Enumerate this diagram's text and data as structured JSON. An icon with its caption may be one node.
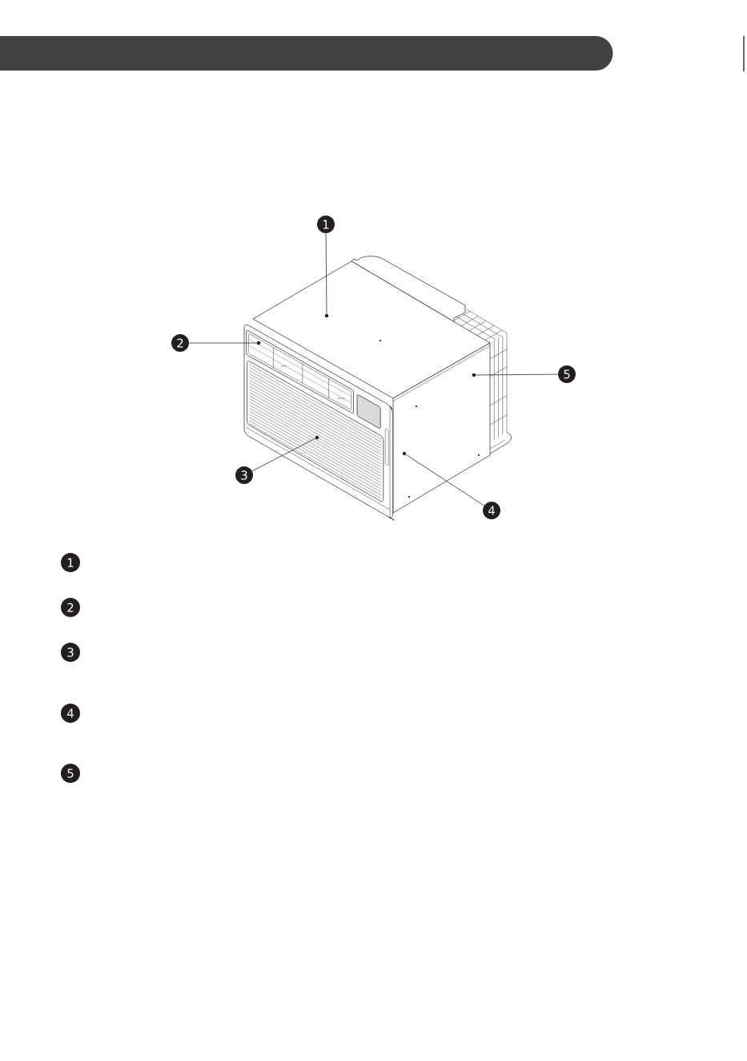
{
  "diagram": {
    "nodes": [
      {
        "text": [
          "1"
        ]
      },
      {
        "text": [
          "2"
        ]
      },
      {
        "text": [
          "3"
        ]
      },
      {
        "text": [
          "4"
        ]
      },
      {
        "text": [
          "5"
        ]
      },
      {
        "text": [],
        "shape": "circle"
      },
      {
        "text": [],
        "shape": "circle"
      },
      {
        "text": [],
        "shape": "circle"
      },
      {
        "text": [],
        "shape": "circle"
      },
      {
        "text": [],
        "shape": "circle"
      },
      {
        "text": [
          "1"
        ]
      },
      {
        "text": [
          "2"
        ]
      },
      {
        "text": [
          "3"
        ]
      },
      {
        "text": [
          "4"
        ]
      },
      {
        "text": [
          "5"
        ]
      }
    ],
    "edges": [
      {
        "from": 0,
        "to": 5,
        "arrow": "none"
      },
      {
        "from": 1,
        "to": 6,
        "arrow": "none"
      },
      {
        "from": 2,
        "to": 7,
        "arrow": "none"
      },
      {
        "from": 3,
        "to": 8,
        "arrow": "none"
      },
      {
        "from": 4,
        "to": 9,
        "arrow": "none"
      }
    ]
  }
}
